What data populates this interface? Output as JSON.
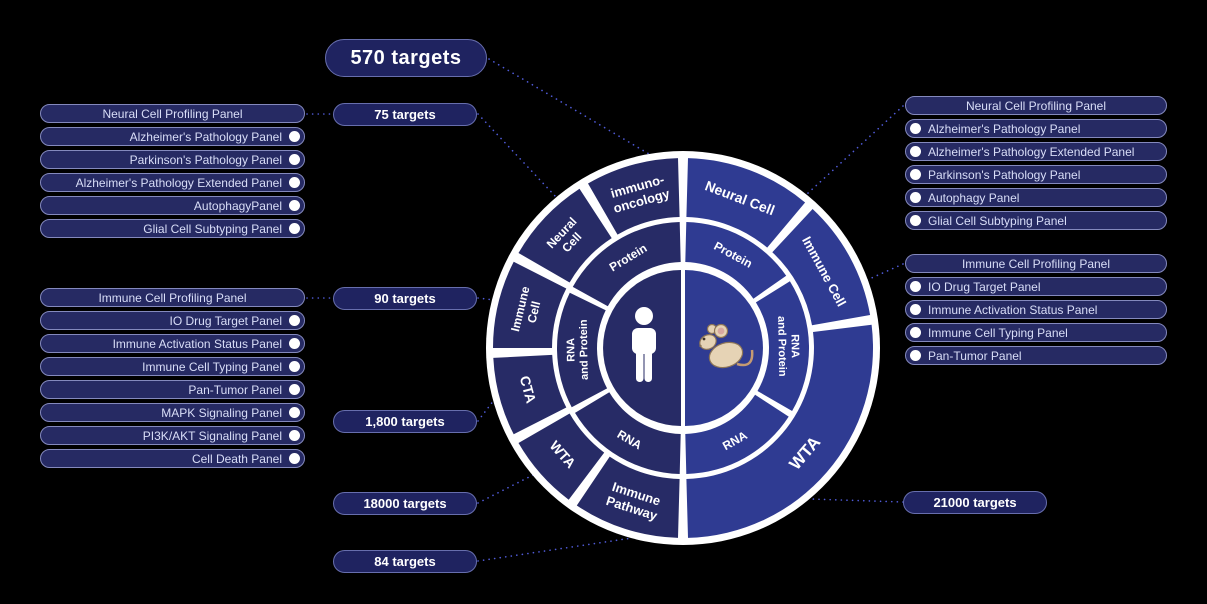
{
  "target_labels": {
    "targets_570": "570 targets",
    "targets_75": "75 targets",
    "targets_90": "90 targets",
    "targets_1800": "1,800 targets",
    "targets_18000": "18000 targets",
    "targets_84": "84 targets",
    "targets_21000": "21000 targets"
  },
  "left_panel_groups": [
    {
      "header": "Neural Cell Profiling Panel",
      "items": [
        "Alzheimer's Pathology Panel",
        "Parkinson's Pathology Panel",
        "Alzheimer's Pathology Extended Panel",
        "AutophagyPanel",
        "Glial Cell Subtyping Panel"
      ]
    },
    {
      "header": "Immune Cell Profiling Panel",
      "items": [
        "IO Drug Target Panel",
        "Immune Activation Status Panel",
        "Immune Cell Typing Panel",
        "Pan-Tumor Panel",
        "MAPK Signaling Panel",
        "PI3K/AKT Signaling Panel",
        "Cell Death Panel"
      ]
    }
  ],
  "right_panel_groups": [
    {
      "header": "Neural Cell Profiling Panel",
      "items": [
        "Alzheimer's Pathology Panel",
        "Alzheimer's Pathology Extended Panel",
        "Parkinson's Pathology Panel",
        "Autophagy Panel",
        "Glial Cell Subtyping Panel"
      ]
    },
    {
      "header": "Immune Cell Profiling Panel",
      "items": [
        "IO Drug Target Panel",
        "Immune Activation Status Panel",
        "Immune Cell Typing Panel",
        "Pan-Tumor Panel"
      ]
    }
  ],
  "wheel": {
    "human_half": {
      "outer": [
        {
          "label": "Immune Pathway",
          "lines": [
            "Immune",
            "Pathway"
          ],
          "start": 91.5,
          "end": 124,
          "size": 13
        },
        {
          "label": "WTA",
          "lines": [
            "WTA"
          ],
          "start": 127,
          "end": 150,
          "size": 14
        },
        {
          "label": "CTA",
          "lines": [
            "CTA"
          ],
          "start": 153,
          "end": 177,
          "size": 14
        },
        {
          "label": "Immune Cell",
          "lines": [
            "Immune",
            "Cell"
          ],
          "start": 180,
          "end": 207,
          "size": 12
        },
        {
          "label": "Neural Cell",
          "lines": [
            "Neural",
            "Cell"
          ],
          "start": 210,
          "end": 237,
          "size": 12
        },
        {
          "label": "immuno-oncology",
          "lines": [
            "immuno-",
            "oncology"
          ],
          "start": 240,
          "end": 268.5,
          "size": 13
        }
      ],
      "middle": [
        {
          "label": "RNA",
          "lines": [
            "RNA"
          ],
          "start": 91.5,
          "end": 149,
          "size": 12
        },
        {
          "label": "RNA and Protein",
          "lines": [
            "RNA",
            "and Protein"
          ],
          "start": 152,
          "end": 206,
          "size": 11
        },
        {
          "label": "Protein",
          "lines": [
            "Protein"
          ],
          "start": 209,
          "end": 268.5,
          "size": 12
        }
      ]
    },
    "mouse_half": {
      "outer": [
        {
          "label": "Neural Cell",
          "lines": [
            "Neural Cell"
          ],
          "start": 271.5,
          "end": 310,
          "size": 14
        },
        {
          "label": "Immune Cell",
          "lines": [
            "Immune Cell"
          ],
          "start": 313,
          "end": 350,
          "size": 13
        },
        {
          "label": "WTA",
          "lines": [
            "WTA"
          ],
          "start": 353,
          "end": 448.5,
          "size": 17
        }
      ],
      "middle": [
        {
          "label": "Protein",
          "lines": [
            "Protein"
          ],
          "start": 271.5,
          "end": 325,
          "size": 12
        },
        {
          "label": "RNA and Protein",
          "lines": [
            "RNA",
            "and Protein"
          ],
          "start": 328,
          "end": 390,
          "size": 11
        },
        {
          "label": "RNA",
          "lines": [
            "RNA"
          ],
          "start": 33,
          "end": 88.5,
          "size": 12
        }
      ]
    }
  },
  "icons": {
    "left_center": "human-icon",
    "right_center": "mouse-icon",
    "bullet": "dot-icon"
  },
  "colors": {
    "background": "#000000",
    "panel_pill_fill": "#262a63",
    "panel_pill_border": "#8489bd",
    "panel_pill_text": "#d9def8",
    "target_pill_fill": "#1f2360",
    "target_pill_text": "#ffffff",
    "human_half_fill": "#272b66",
    "mouse_half_fill": "#2f3b92",
    "wheel_background": "#ffffff",
    "connector_line": "#4f5ad6",
    "segment_text": "#ffffff"
  }
}
